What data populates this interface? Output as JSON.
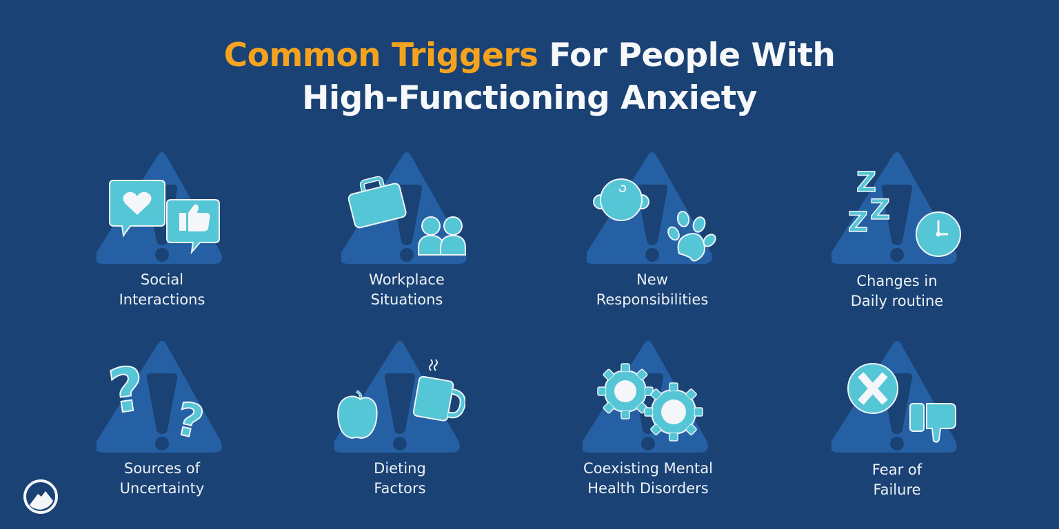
{
  "title": {
    "accent": "Common Triggers",
    "line1_rest": " For People With",
    "line2": "High-Functioning Anxiety"
  },
  "colors": {
    "background": "#1a4274",
    "accent": "#f5a31f",
    "triangle": "#2660a4",
    "icon_fill": "#55c6d6",
    "text": "#eef2f7"
  },
  "triggers": [
    {
      "line1": "Social",
      "line2": "Interactions",
      "icon": "chat-bubbles-heart-thumbsup-icon"
    },
    {
      "line1": "Workplace",
      "line2": "Situations",
      "icon": "briefcase-people-icon"
    },
    {
      "line1": "New",
      "line2": "Responsibilities",
      "icon": "baby-pawprint-icon"
    },
    {
      "line1": "Changes in",
      "line2": "Daily routine",
      "icon": "zzz-clock-icon"
    },
    {
      "line1": "Sources of",
      "line2": "Uncertainty",
      "icon": "question-marks-icon"
    },
    {
      "line1": "Dieting",
      "line2": "Factors",
      "icon": "apple-mug-icon"
    },
    {
      "line1": "Coexisting Mental",
      "line2": "Health Disorders",
      "icon": "gears-icon"
    },
    {
      "line1": "Fear of",
      "line2": "Failure",
      "icon": "x-circle-thumbsdown-icon"
    }
  ],
  "logo": {
    "icon": "mountain-circle-logo-icon"
  }
}
